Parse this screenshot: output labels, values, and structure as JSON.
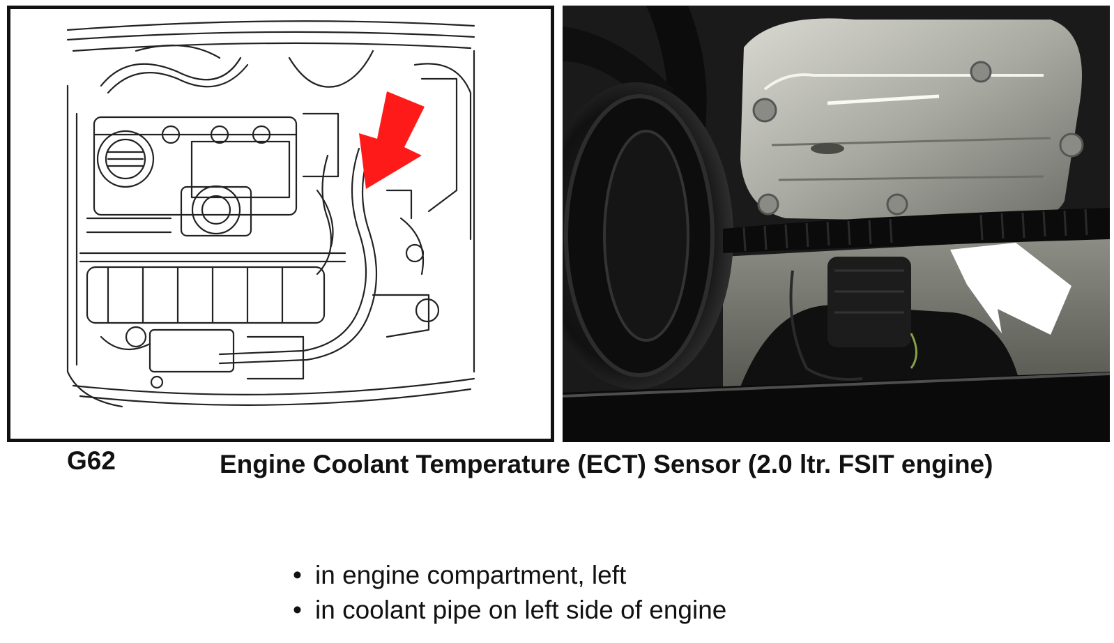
{
  "part": {
    "code": "G62",
    "title": "Engine Coolant Temperature (ECT) Sensor (2.0 ltr. FSIT engine)"
  },
  "locations": [
    "in engine compartment, left",
    "in coolant pipe on left side of engine"
  ],
  "bullet_glyph": "•",
  "colors": {
    "pointer_arrow": "#ff1a1a",
    "photo_arrow": "#ffffff",
    "line_art": "#222222",
    "frame": "#111111"
  }
}
